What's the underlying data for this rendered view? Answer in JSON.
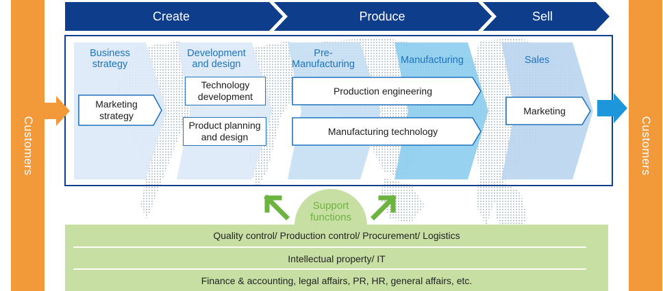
{
  "left_label": "Customers",
  "right_label": "Customers",
  "phases": [
    "Create",
    "Produce",
    "Sell"
  ],
  "stages": {
    "business_strategy": "Business strategy",
    "development_design": "Development and design",
    "pre_manufacturing": "Pre-Manufacturing",
    "manufacturing": "Manufacturing",
    "sales": "Sales"
  },
  "boxes": {
    "marketing_strategy": "Marketing strategy",
    "technology_development": "Technology development",
    "product_planning": "Product planning and design",
    "production_engineering": "Production engineering",
    "manufacturing_technology": "Manufacturing technology",
    "marketing": "Marketing"
  },
  "support_functions": "Support functions",
  "support_rows": [
    "Quality control/ Production control/ Procurement/ Logistics",
    "Intellectual property/ IT",
    "Finance & accounting, legal affairs, PR, HR, general affairs, etc."
  ],
  "colors": {
    "navy": "#0e3d8c",
    "blue": "#1e73be",
    "orange": "#f29a3a",
    "green_band": "#c8dfa4",
    "green_arrow": "#6cb33f"
  }
}
